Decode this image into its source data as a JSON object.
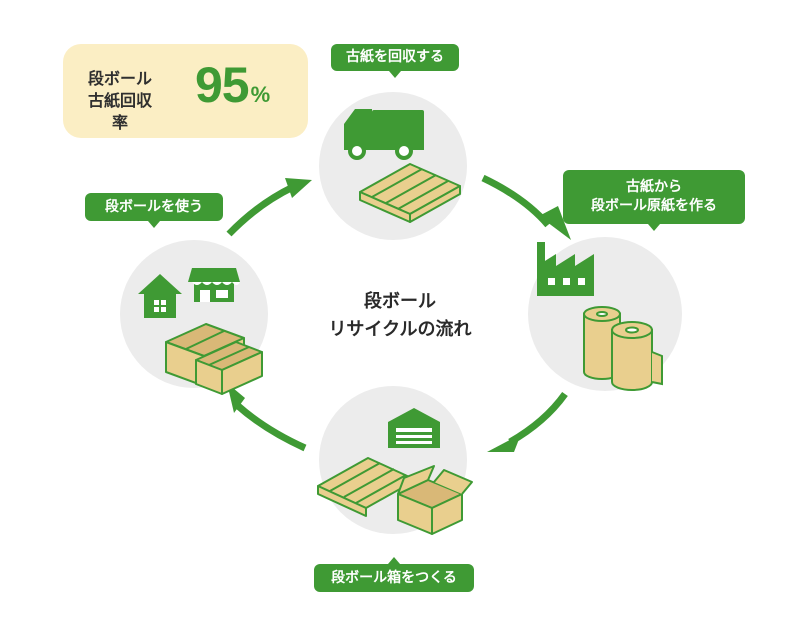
{
  "stat": {
    "label_line1": "段ボール",
    "label_line2": "古紙回収率",
    "value": "95",
    "unit": "%"
  },
  "center_title": {
    "line1": "段ボール",
    "line2": "リサイクルの流れ"
  },
  "steps": {
    "collect": "古紙を回収する",
    "make_paper_line1": "古紙から",
    "make_paper_line2": "段ボール原紙を作る",
    "make_box": "段ボール箱をつくる",
    "use": "段ボールを使う"
  },
  "colors": {
    "accent_green": "#3f9a34",
    "cardboard": "#e9cf8e",
    "circle_bg": "#ececec",
    "stat_bg": "#fbeec4"
  },
  "icons": [
    "truck-icon",
    "factory-icon",
    "paper-roll-icon",
    "warehouse-icon",
    "house-icon",
    "shop-icon",
    "cardboard-icon"
  ]
}
